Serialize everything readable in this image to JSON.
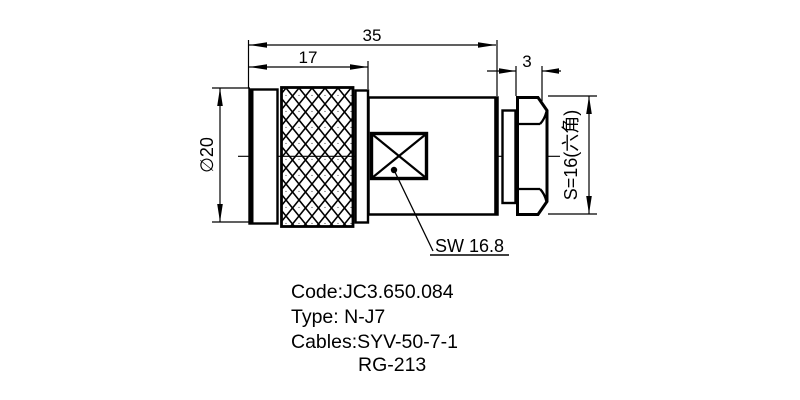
{
  "colors": {
    "line": "#000000",
    "background": "#ffffff"
  },
  "drawing": {
    "dim_overall_length": "35",
    "dim_knurl_length": "17",
    "dim_hex_width": "3",
    "dim_body_diameter": "∅20",
    "dim_hex_size": "S=16(六角)",
    "label_wrench_size": "SW 16.8"
  },
  "spec": {
    "code": "Code:JC3.650.084",
    "type": "Type: N-J7",
    "cables": "Cables:SYV-50-7-1",
    "cables_alt": "RG-213"
  }
}
